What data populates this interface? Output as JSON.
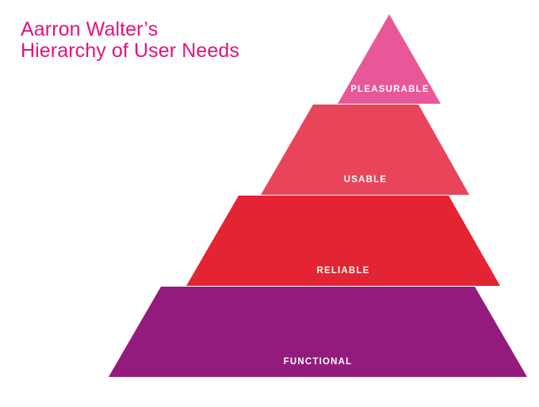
{
  "title": {
    "line1": "Aarron Walter’s",
    "line2": "Hierarchy of User Needs"
  },
  "colors": {
    "title": "#e2137d",
    "label": "#ffffff",
    "pleasurable": "#e85898",
    "usable": "#e8455a",
    "reliable": "#e32433",
    "functional": "#931b7d"
  },
  "pyramid": {
    "levels": [
      {
        "label": "PLEASURABLE",
        "color_key": "pleasurable"
      },
      {
        "label": "USABLE",
        "color_key": "usable"
      },
      {
        "label": "RELIABLE",
        "color_key": "reliable"
      },
      {
        "label": "FUNCTIONAL",
        "color_key": "functional"
      }
    ]
  }
}
